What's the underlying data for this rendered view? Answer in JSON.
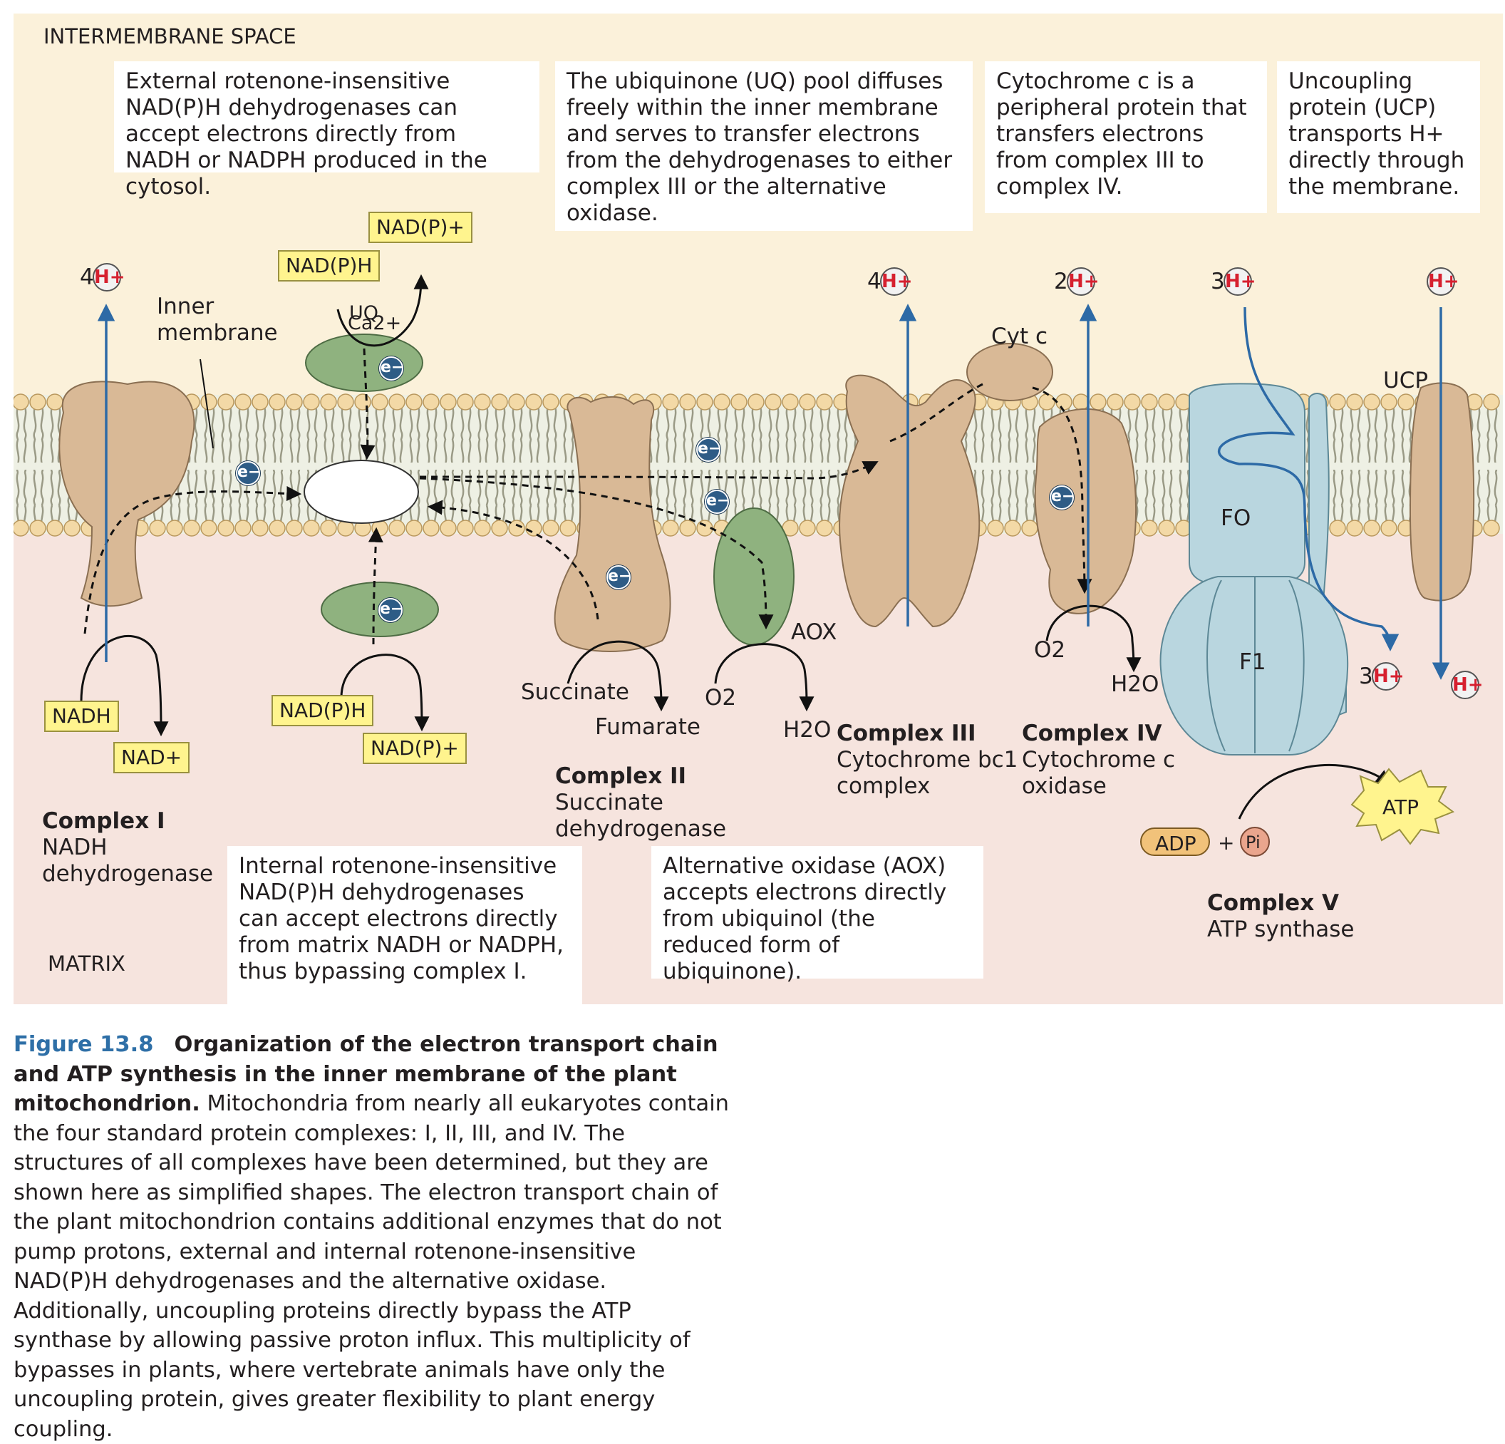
{
  "regions": {
    "top": "INTERMEMBRANE SPACE",
    "bottom": "MATRIX"
  },
  "callouts": {
    "external_dh": "External rotenone-insensitive NAD(P)H dehydrogenases can accept electrons directly from NADH or NADPH produced in the cytosol.",
    "uq_pool": "The ubiquinone (UQ) pool diffuses freely within the inner membrane and serves to transfer electrons from the dehydrogenases to either complex III or the alternative oxidase.",
    "cyt_c": "Cytochrome c is a peripheral protein that transfers electrons from complex III to complex IV.",
    "ucp": "Uncoupling protein (UCP) transports H+ directly through the membrane.",
    "internal_dh": "Internal rotenone-insensitive NAD(P)H dehydrogenases can accept electrons directly from matrix NADH or NADPH, thus bypassing complex I.",
    "aox": "Alternative oxidase (AOX) accepts electrons directly from ubiquinol (the reduced form of ubiquinone)."
  },
  "labels": {
    "inner_membrane": "Inner membrane",
    "uq": "UQ",
    "ca": "Ca2+",
    "cyt_c": "Cyt c",
    "ucp": "UCP",
    "aox": "AOX",
    "fo": "FO",
    "f1": "F1",
    "succinate": "Succinate",
    "fumarate": "Fumarate",
    "o2": "O2",
    "h2o": "H2O",
    "adp": "ADP",
    "pi": "Pi",
    "atp": "ATP",
    "plus": "+",
    "e": "e−",
    "h": "H+"
  },
  "substrates": {
    "ext_nadph": "NAD(P)H",
    "ext_nadp": "NAD(P)+",
    "nadh": "NADH",
    "nad": "NAD+",
    "int_nadph": "NAD(P)H",
    "int_nadp": "NAD(P)+"
  },
  "proton_counts": {
    "complex_i": "4",
    "complex_iii": "4",
    "complex_iv": "2",
    "atp_synthase_in": "3",
    "atp_synthase_out": "3"
  },
  "complexes": {
    "c1_title": "Complex I",
    "c1_name": "NADH dehydrogenase",
    "c2_title": "Complex II",
    "c2_name": "Succinate dehydrogenase",
    "c3_title": "Complex III",
    "c3_name_a": "Cytochrome bc1",
    "c3_name_b": "complex",
    "c4_title": "Complex IV",
    "c4_name_a": "Cytochrome c",
    "c4_name_b": "oxidase",
    "c5_title": "Complex V",
    "c5_name": "ATP synthase"
  },
  "caption": {
    "number": "Figure 13.8",
    "title": "Organization of the electron transport chain and ATP synthesis in the inner membrane of the plant mitochondrion.",
    "body": "Mitochondria from nearly all eukaryotes contain the four standard protein complexes: I, II, III, and IV. The structures of all complexes have been determined, but they are shown here as simplified shapes. The electron transport chain of the plant mitochondrion contains additional enzymes that do not pump protons, external and internal rotenone-insensitive NAD(P)H dehydrogenases and the alternative oxidase. Additionally, uncoupling proteins directly bypass the ATP synthase by allowing passive proton influx. This multiplicity of bypasses in plants, where vertebrate animals have only the uncoupling protein, gives greater flexibility to plant energy coupling."
  },
  "colors": {
    "intermembrane_bg": "#fbf1da",
    "matrix_bg": "#f6e4de",
    "protein_tan": "#d9b996",
    "protein_green": "#8fb27f",
    "synthase_blue": "#b9d6df",
    "proton_arrow": "#2d6aa6",
    "lipid_head": "#f3d9a6"
  }
}
